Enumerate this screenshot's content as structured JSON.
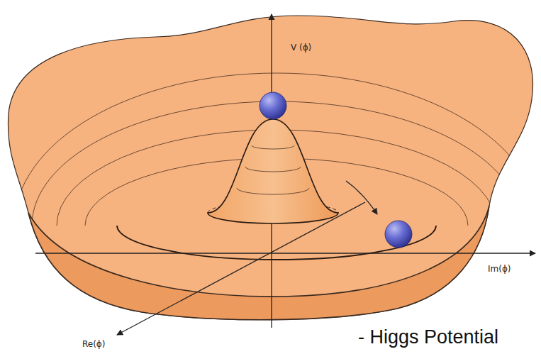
{
  "diagram": {
    "caption": "- Higgs Potential",
    "labels": [
      "V (ϕ)",
      "Im(ϕ)",
      "Re(ϕ)"
    ]
  }
}
